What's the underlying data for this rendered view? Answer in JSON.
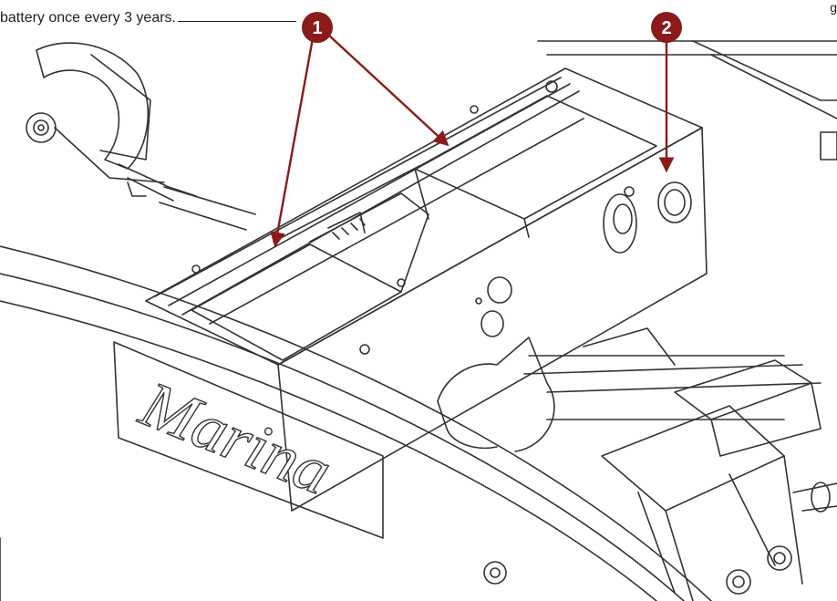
{
  "caption": {
    "text": "battery once every 3 years."
  },
  "caption_right": {
    "text": "g"
  },
  "callouts": [
    {
      "label": "1",
      "target": "battery-rails"
    },
    {
      "label": "2",
      "target": "charger-socket"
    }
  ],
  "logo": {
    "text": "Marina"
  },
  "colors": {
    "callout": "#8b1a1a",
    "line": "#333333",
    "background": "#ffffff"
  }
}
